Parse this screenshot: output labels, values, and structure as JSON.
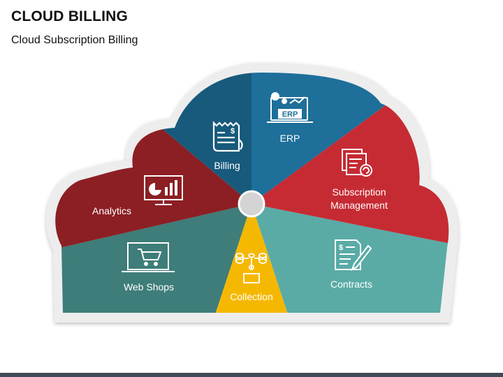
{
  "header": {
    "title": "CLOUD BILLING",
    "subtitle": "Cloud Subscription Billing"
  },
  "segments": [
    {
      "label": "ERP",
      "icon": "erp-computer-icon",
      "color": "#1e6f9a"
    },
    {
      "label": "Subscription",
      "label2": "Management",
      "icon": "subscription-documents-icon",
      "color": "#c62b33"
    },
    {
      "label": "Contracts",
      "icon": "contract-pen-icon",
      "color": "#5aaba6"
    },
    {
      "label": "Collection",
      "icon": "collection-network-icon",
      "color": "#f5b800"
    },
    {
      "label": "Web Shops",
      "icon": "shopping-cart-laptop-icon",
      "color": "#3e7d79"
    },
    {
      "label": "Analytics",
      "icon": "analytics-monitor-icon",
      "color": "#8c1f24"
    },
    {
      "label": "Billing",
      "icon": "receipt-icon",
      "color": "#175a7c"
    }
  ],
  "colors": {
    "cloud_border": "#ececec",
    "hub": "#d4d4d4",
    "bottom_bar": "#3f4a57"
  }
}
